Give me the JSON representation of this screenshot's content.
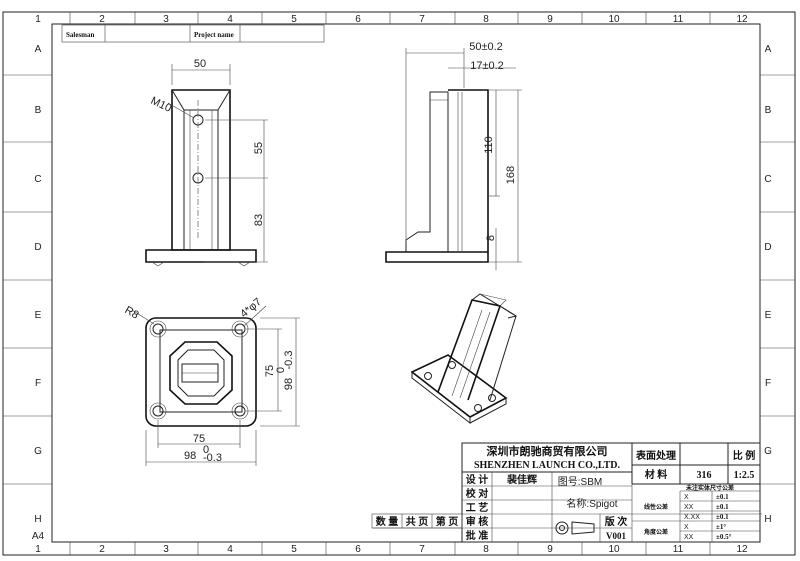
{
  "frame": {
    "columns": [
      "1",
      "2",
      "3",
      "4",
      "5",
      "6",
      "7",
      "8",
      "9",
      "10",
      "11",
      "12"
    ],
    "rows": [
      "A",
      "B",
      "C",
      "D",
      "E",
      "F",
      "G",
      "H"
    ],
    "sheet_size": "A4"
  },
  "header": {
    "salesman_label": "Salesman",
    "project_label": "Project name"
  },
  "front_view": {
    "width": "50",
    "thread": "M10",
    "hole_spacing": "55",
    "lower_height": "83"
  },
  "side_view": {
    "overall_depth": "50±0.2",
    "slot_width": "17±0.2",
    "slot_height": "110",
    "total_height": "168",
    "base_thickness": "8"
  },
  "plan_view": {
    "corner_radius": "R8",
    "holes": "4*φ7",
    "inner_width": "75",
    "inner_height": "75",
    "outer_width": "98",
    "outer_height": "98",
    "tol_upper": "0",
    "tol_lower": "-0.3"
  },
  "title_block": {
    "company_cn": "深圳市朗驰商贸有限公司",
    "company_en": "SHENZHEN LAUNCH CO.,LTD.",
    "surface_label": "表面处理",
    "scale_label": "比 例",
    "material_label": "材 料",
    "material_value": "316",
    "scale_value": "1:2.5",
    "design_label": "设 计",
    "designer": "裴佳辉",
    "drawing_no_label": "图号:SBM",
    "check_label": "校 对",
    "process_label": "工 艺",
    "name_label": "名称:Spigot",
    "review_label": "审 核",
    "approve_label": "批 准",
    "version_label": "版 次",
    "version_value": "V001",
    "qty_label": "数 量",
    "total_pages_label": "共 页",
    "page_label": "第 页",
    "tol_header": "未注实体尺寸公差",
    "linear_label": "线性公差",
    "angle_label": "角度公差",
    "tol_rows": [
      {
        "fmt": "X",
        "val": "±0.1"
      },
      {
        "fmt": "XX",
        "val": "±0.1"
      },
      {
        "fmt": "X.XX",
        "val": "±0.1"
      },
      {
        "fmt": "X",
        "val": "±1°"
      },
      {
        "fmt": "XX",
        "val": "±0.5°"
      }
    ]
  }
}
